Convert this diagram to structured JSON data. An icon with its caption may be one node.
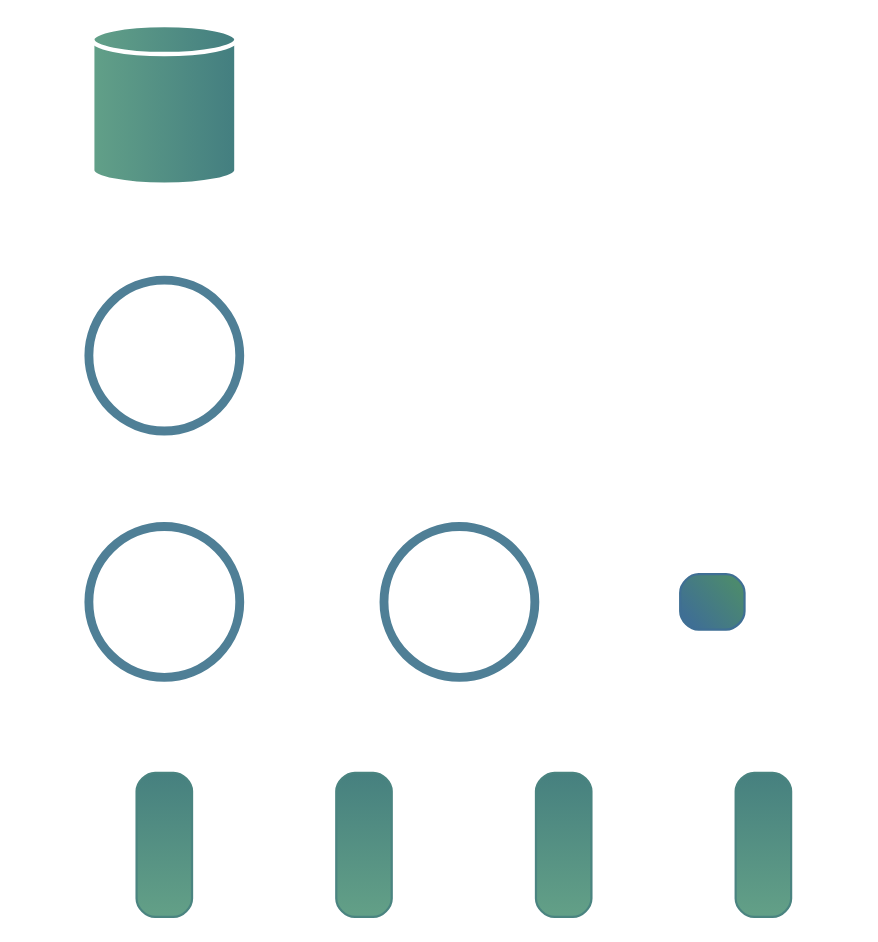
{
  "diagram": {
    "nodes": [
      {
        "text": [],
        "shape": "cylinder"
      },
      {
        "text": [],
        "shape": "circle"
      },
      {
        "text": [],
        "shape": "circle"
      },
      {
        "text": [],
        "shape": "circle"
      },
      {
        "text": [],
        "shape": "box"
      },
      {
        "text": [],
        "shape": "bar"
      },
      {
        "text": [],
        "shape": "bar"
      },
      {
        "text": [],
        "shape": "bar"
      },
      {
        "text": [],
        "shape": "bar"
      }
    ],
    "edges": []
  }
}
